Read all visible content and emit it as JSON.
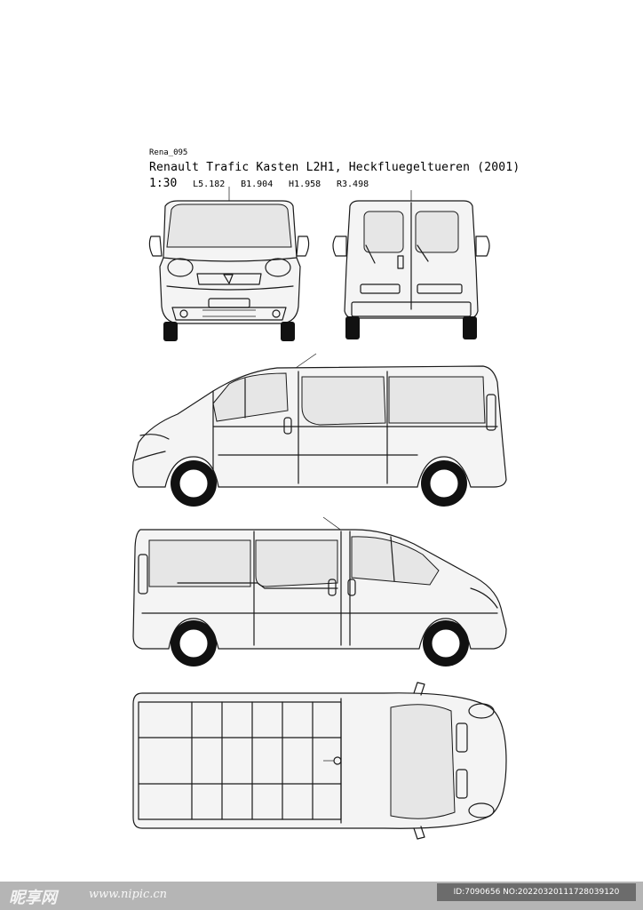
{
  "header": {
    "code": "Rena_095",
    "title": "Renault Trafic Kasten L2H1, Heckfluegeltueren (2001)",
    "scale": "1:30",
    "length": "L5.182",
    "width": "B1.904",
    "height": "H1.958",
    "radius": "R3.498"
  },
  "watermark": {
    "logo": "昵享网",
    "url": "www.nipic.cn",
    "id": "ID:7090656 NO:20220320111728039120"
  }
}
